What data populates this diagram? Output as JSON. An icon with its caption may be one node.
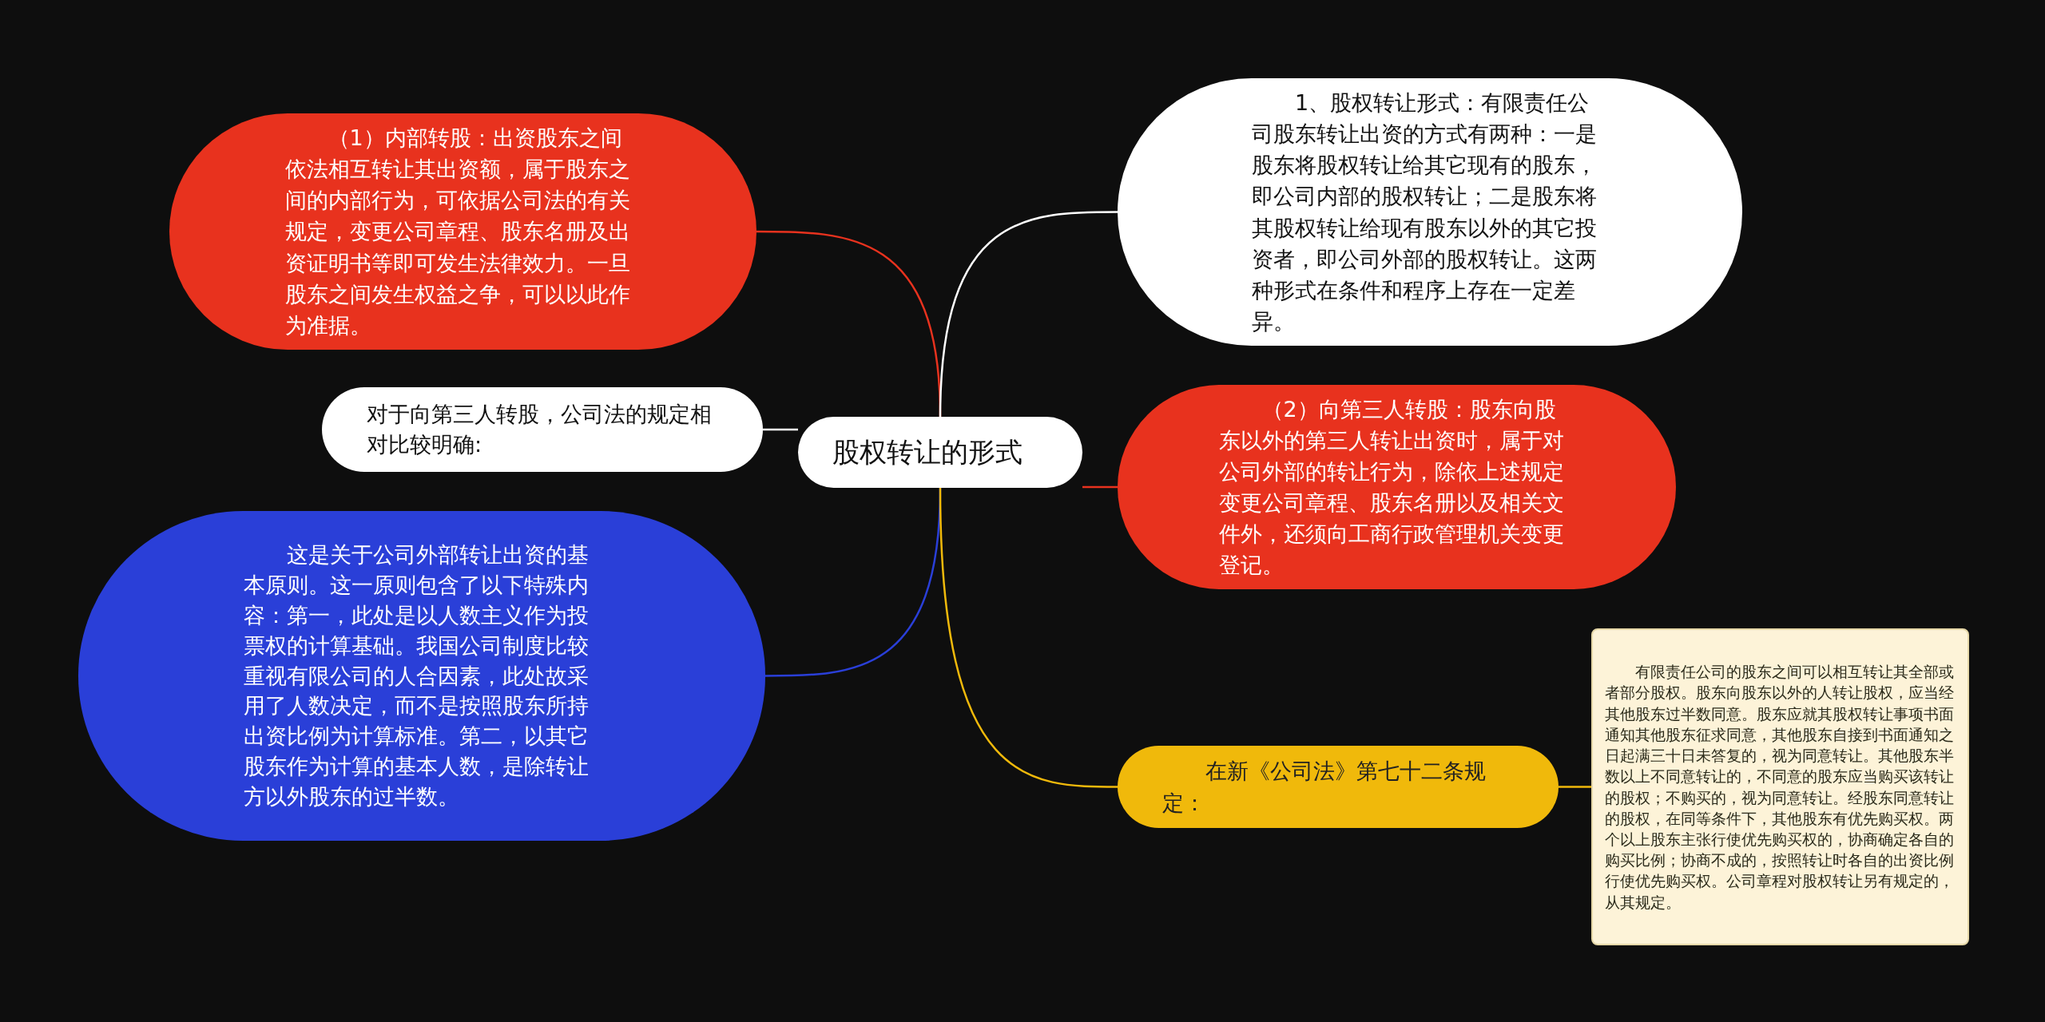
{
  "diagram": {
    "nodes": [
      {
        "text": [
          "股权转让的形式"
        ]
      },
      {
        "text": [
          "（1）内部转股：出资股东之间依法相互转让其出资额，属于股东之间的内部行为，可依据公司法的有关规定，变更公司章程、股东名册及出资证明书等即可发生法律效力。一旦股东之间发生权益之争，可以以此作为准据。"
        ]
      },
      {
        "text": [
          "1、股权转让形式：有限责任公司股东转让出资的方式有两种：一是股东将股权转让给其它现有的股东，即公司内部的股权转让；二是股东将其股权转让给现有股东以外的其它投资者，即公司外部的股权转让。这两种形式在条件和程序上存在一定差异。"
        ]
      },
      {
        "text": [
          "对于向第三人转股，公司法的规定相对比较明确:"
        ]
      },
      {
        "text": [
          "（2）向第三人转股：股东向股东以外的第三人转让出资时，属于对公司外部的转让行为，除依上述规定变更公司章程、股东名册以及相关文件外，还须向工商行政管理机关变更登记。"
        ]
      },
      {
        "text": [
          "这是关于公司外部转让出资的基本原则。这一原则包含了以下特殊内容：第一，此处是以人数主义作为投票权的计算基础。我国公司制度比较重视有限公司的人合因素，此处故采用了人数决定，而不是按照股东所持出资比例为计算标准。第二，以其它股东作为计算的基本人数，是除转让方以外股东的过半数。"
        ]
      },
      {
        "text": [
          "在新《公司法》第七十二条规定："
        ]
      },
      {
        "text": [
          "有限责任公司的股东之间可以相互转让其全部或者部分股权。股东向股东以外的人转让股权，应当经其他股东过半数同意。股东应就其股权转让事项书面通知其他股东征求同意，其他股东自接到书面通知之日起满三十日未答复的，视为同意转让。其他股东半数以上不同意转让的，不同意的股东应当购买该转让的股权；不购买的，视为同意转让。经股东同意转让的股权，在同等条件下，其他股东有优先购买权。两个以上股东主张行使优先购买权的，协商确定各自的购买比例；协商不成的，按照转让时各自的出资比例行使优先购买权。公司章程对股权转让另有规定的，从其规定。"
        ]
      }
    ],
    "edges": [
      {
        "from": 0,
        "to": 1,
        "arrow": "none",
        "color": "#e8321e"
      },
      {
        "from": 0,
        "to": 2,
        "arrow": "none",
        "color": "#ffffff"
      },
      {
        "from": 0,
        "to": 3,
        "arrow": "none",
        "color": "#ffffff"
      },
      {
        "from": 0,
        "to": 4,
        "arrow": "none",
        "color": "#e8321e"
      },
      {
        "from": 0,
        "to": 5,
        "arrow": "none",
        "color": "#2a3fd8"
      },
      {
        "from": 0,
        "to": 6,
        "arrow": "none",
        "color": "#f0b90b"
      },
      {
        "from": 6,
        "to": 7,
        "arrow": "none",
        "color": "#f0b90b"
      }
    ]
  }
}
